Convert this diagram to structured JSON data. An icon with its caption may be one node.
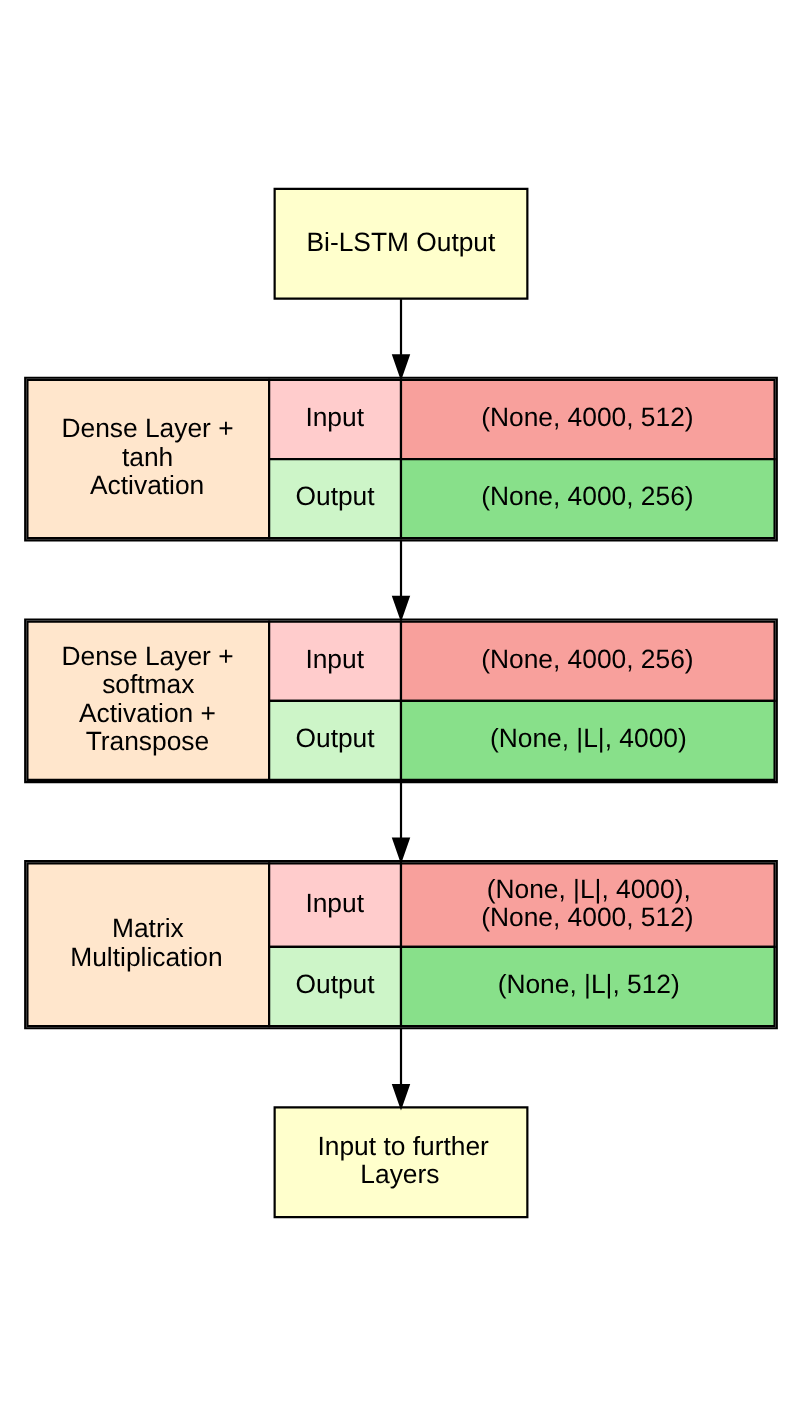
{
  "diagram": {
    "nodes": [
      {
        "text": [
          "Bi-LSTM Output"
        ]
      },
      {
        "text": [
          "Dense Layer + tanh Activation",
          "Input",
          "(None, 4000, 512)",
          "Output",
          "(None, 4000, 256)"
        ]
      },
      {
        "text": [
          "Dense Layer + softmax Activation + Transpose",
          "Input",
          "(None, 4000, 256)",
          "Output",
          "(None, |L|, 4000)"
        ]
      },
      {
        "text": [
          "Matrix Multiplication",
          "Input",
          "(None, |L|, 4000), (None, 4000, 512)",
          "Output",
          "(None, |L|, 512)"
        ]
      },
      {
        "text": [
          "Input to further Layers"
        ]
      }
    ],
    "edges": [
      {
        "from": 0,
        "to": 1,
        "arrow": "to"
      },
      {
        "from": 1,
        "to": 2,
        "arrow": "to"
      },
      {
        "from": 2,
        "to": 3,
        "arrow": "to"
      },
      {
        "from": 3,
        "to": 4,
        "arrow": "to"
      }
    ]
  }
}
